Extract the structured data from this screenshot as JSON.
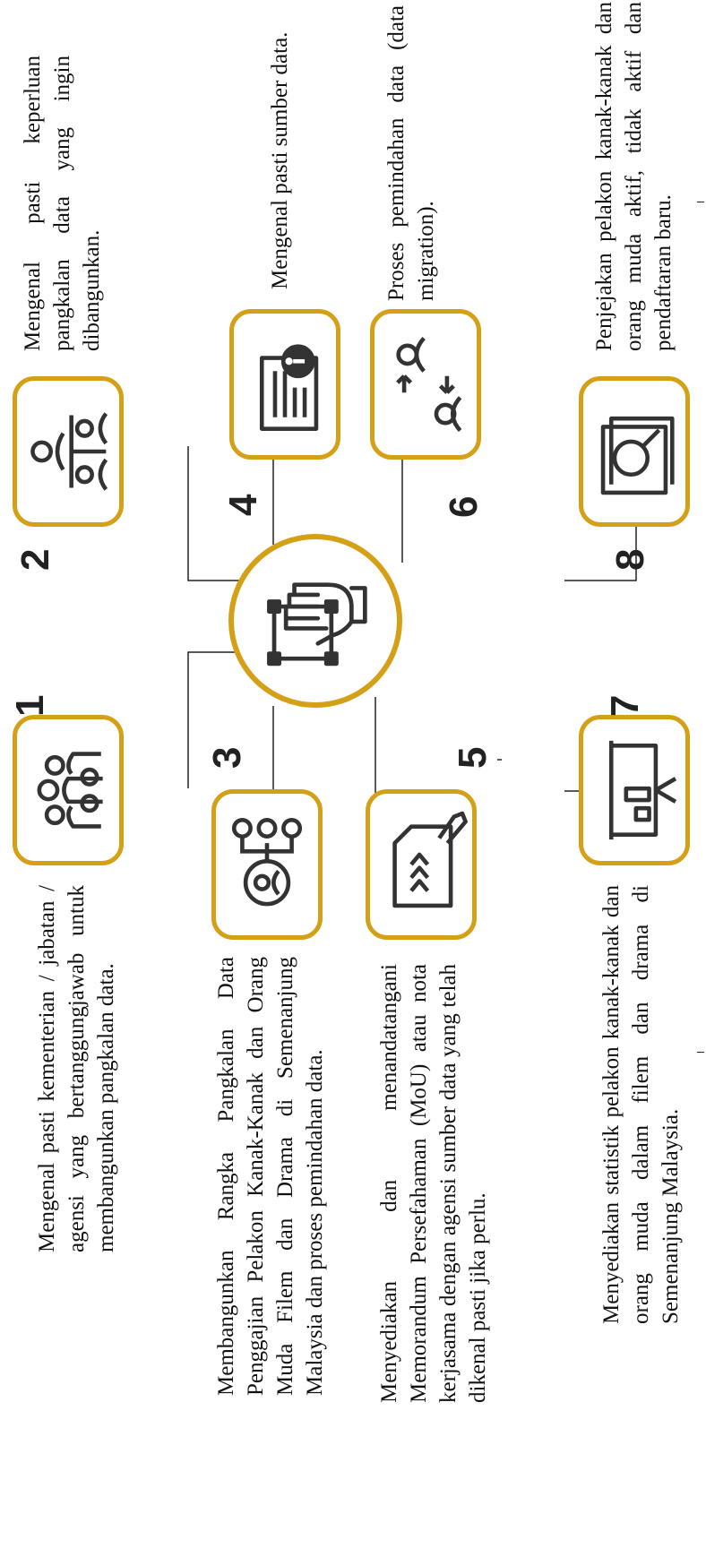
{
  "diagram": {
    "hub": {
      "icon": "hand-selection-icon"
    },
    "accent_color": "#d4a017",
    "steps": [
      {
        "number": "1",
        "icon": "team-people-icon",
        "text": "Mengenal pasti kementerian / jabatan / agensi yang bertanggungjawab untuk membangunkan pangkalan data."
      },
      {
        "number": "2",
        "icon": "org-hierarchy-icon",
        "text": "Mengenal pasti keperluan pangkalan data yang ingin dibangunkan."
      },
      {
        "number": "3",
        "icon": "network-user-icon",
        "text": "Membangunkan Rangka Pangkalan Data Penggajian Pelakon Kanak-Kanak dan Orang Muda Filem dan Drama di Semenanjung Malaysia dan proses pemindahan data."
      },
      {
        "number": "4",
        "icon": "document-info-icon",
        "text": "Mengenal pasti sumber data."
      },
      {
        "number": "5",
        "icon": "signing-document-icon",
        "text": "Menyediakan dan menandatangani Memorandum Persefahaman (MoU) atau nota kerjasama dengan agensi sumber data yang telah dikenal pasti jika perlu."
      },
      {
        "number": "6",
        "icon": "user-exchange-icon",
        "text": "Proses pemindahan data (data migration)."
      },
      {
        "number": "7",
        "icon": "presentation-chart-icon",
        "text": "Menyediakan statistik pelakon kanak-kanak dan orang muda dalam filem dan drama di Semenanjung Malaysia."
      },
      {
        "number": "8",
        "icon": "document-search-icon",
        "text": "Penjejakan pelakon kanak-kanak dan orang muda aktif, tidak aktif dan pendaftaran baru."
      }
    ]
  }
}
